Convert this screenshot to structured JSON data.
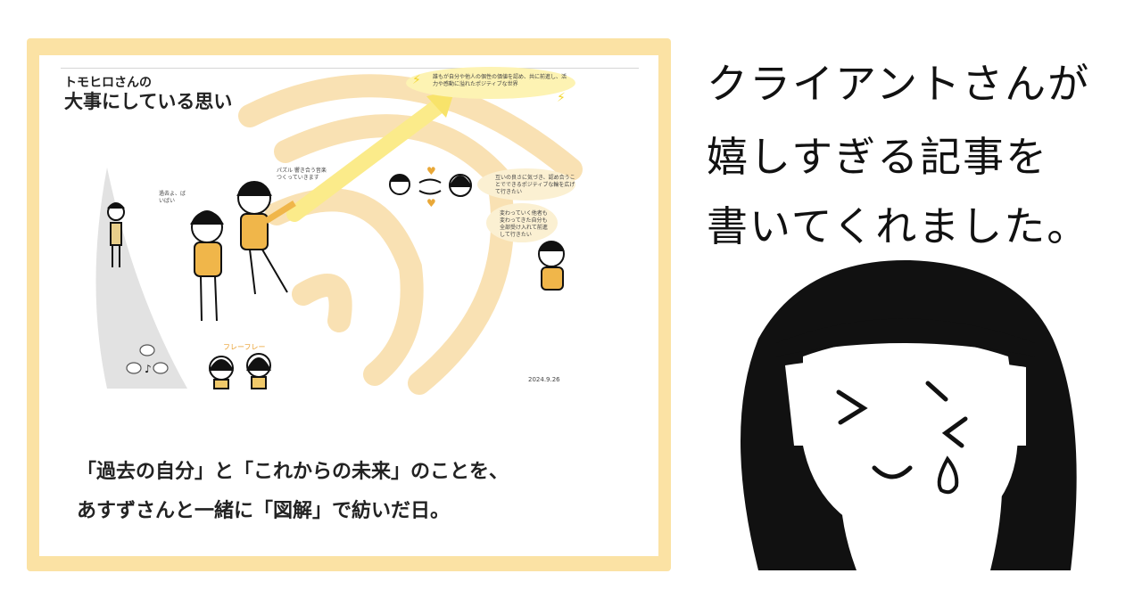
{
  "illustration": {
    "title_small": "トモヒロさんの",
    "title_big": "大事にしている思い",
    "vision_note": "誰もが自分や他人の個性の価値を認め、共に前進し、活力や感動に溢れたポジティブな世界",
    "note_1": "互いの良さに気づき、認め合うことでできるポジティブな輪を広げて行きたい",
    "note_2": "変わっていく他者も変わってきた自分も全部受け入れて前進して行きたい",
    "past_note": "過去よ、ばいばい",
    "speech_note": "パズル 響き合う音楽 つくっていきます",
    "cheer": "フレーフレー",
    "date": "2024.9.26"
  },
  "caption": {
    "line1": "「過去の自分」と「これからの未来」のことを、",
    "line2": "あすずさんと一緒に「図解」で紡いだ日。"
  },
  "handwriting": {
    "line1": "クライアントさんが",
    "line2": "嬉しすぎる記事を",
    "line3": "書いてくれました。"
  },
  "colors": {
    "frame": "#fbe2a4",
    "accent_yellow": "#f7d27a",
    "text": "#222222"
  }
}
